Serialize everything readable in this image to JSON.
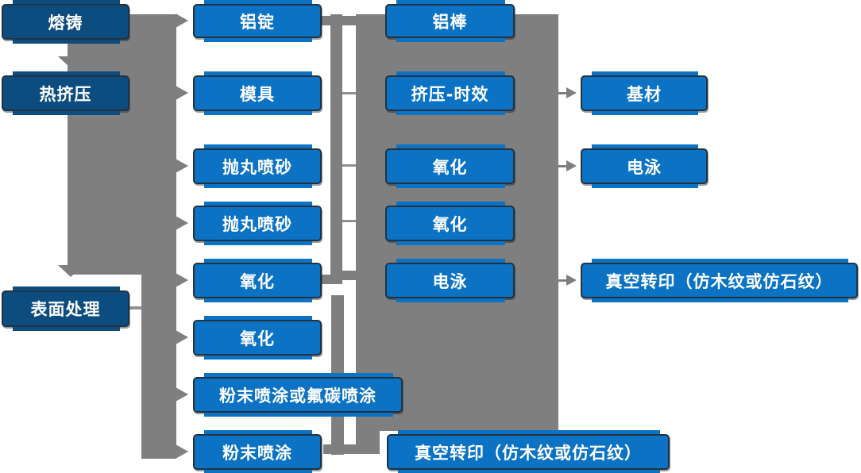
{
  "diagram": {
    "stage_column": [
      {
        "label": "熔铸"
      },
      {
        "label": "热挤压"
      },
      {
        "label": "表面处理"
      }
    ],
    "process_column": [
      {
        "label": "铝锭"
      },
      {
        "label": "模具"
      },
      {
        "label": "抛丸喷砂"
      },
      {
        "label": "抛丸喷砂"
      },
      {
        "label": "氧化"
      },
      {
        "label": "氧化"
      },
      {
        "label": "粉末喷涂或氟碳喷涂"
      },
      {
        "label": "粉末喷涂"
      }
    ],
    "mid_column": [
      {
        "label": "铝棒"
      },
      {
        "label": "挤压-时效"
      },
      {
        "label": "氧化"
      },
      {
        "label": "氧化"
      },
      {
        "label": "电泳"
      },
      {
        "label": "真空转印（仿木纹或仿石纹）"
      }
    ],
    "output_column": [
      {
        "label": "基材"
      },
      {
        "label": "电泳"
      },
      {
        "label": "真空转印（仿木纹或仿石纹）"
      }
    ],
    "colors": {
      "stage_blue": "#0d4c7e",
      "process_blue": "#0b72c4",
      "connector_gray": "#7f7f7f",
      "node_border": "#223240",
      "text": "#ffffff",
      "background": "#ffffff"
    }
  }
}
